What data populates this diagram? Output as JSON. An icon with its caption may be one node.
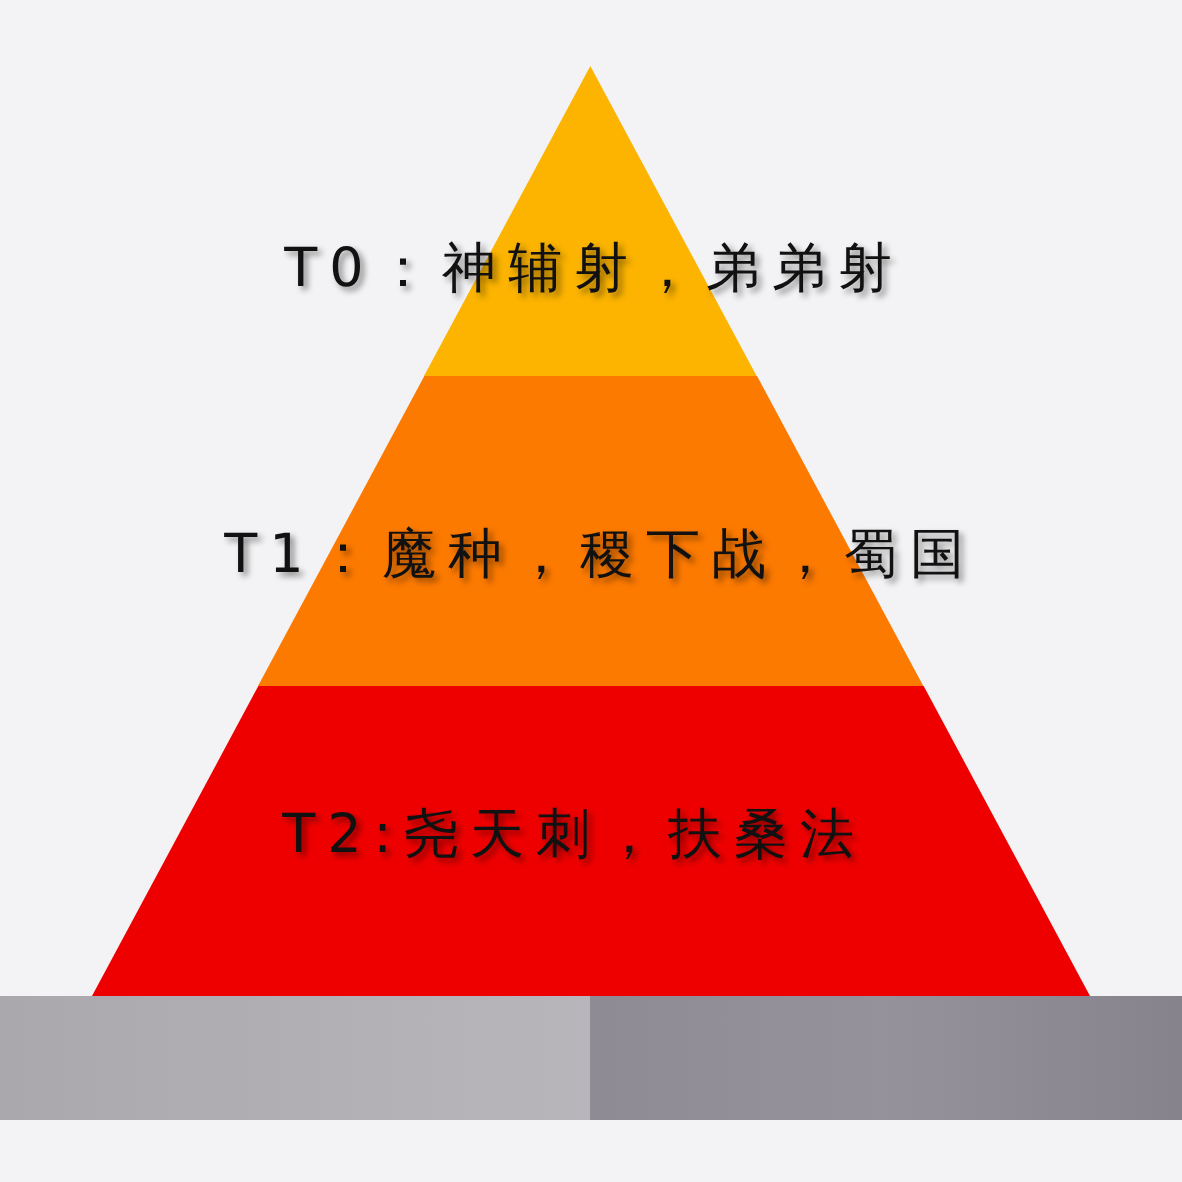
{
  "diagram": {
    "nodes": [
      {
        "text": [
          "T0：神辅射，弟弟射"
        ]
      },
      {
        "text": [
          "T1：魔种，稷下战，蜀国"
        ]
      },
      {
        "text": [
          "T2:尧天刺，扶桑法"
        ]
      }
    ]
  }
}
